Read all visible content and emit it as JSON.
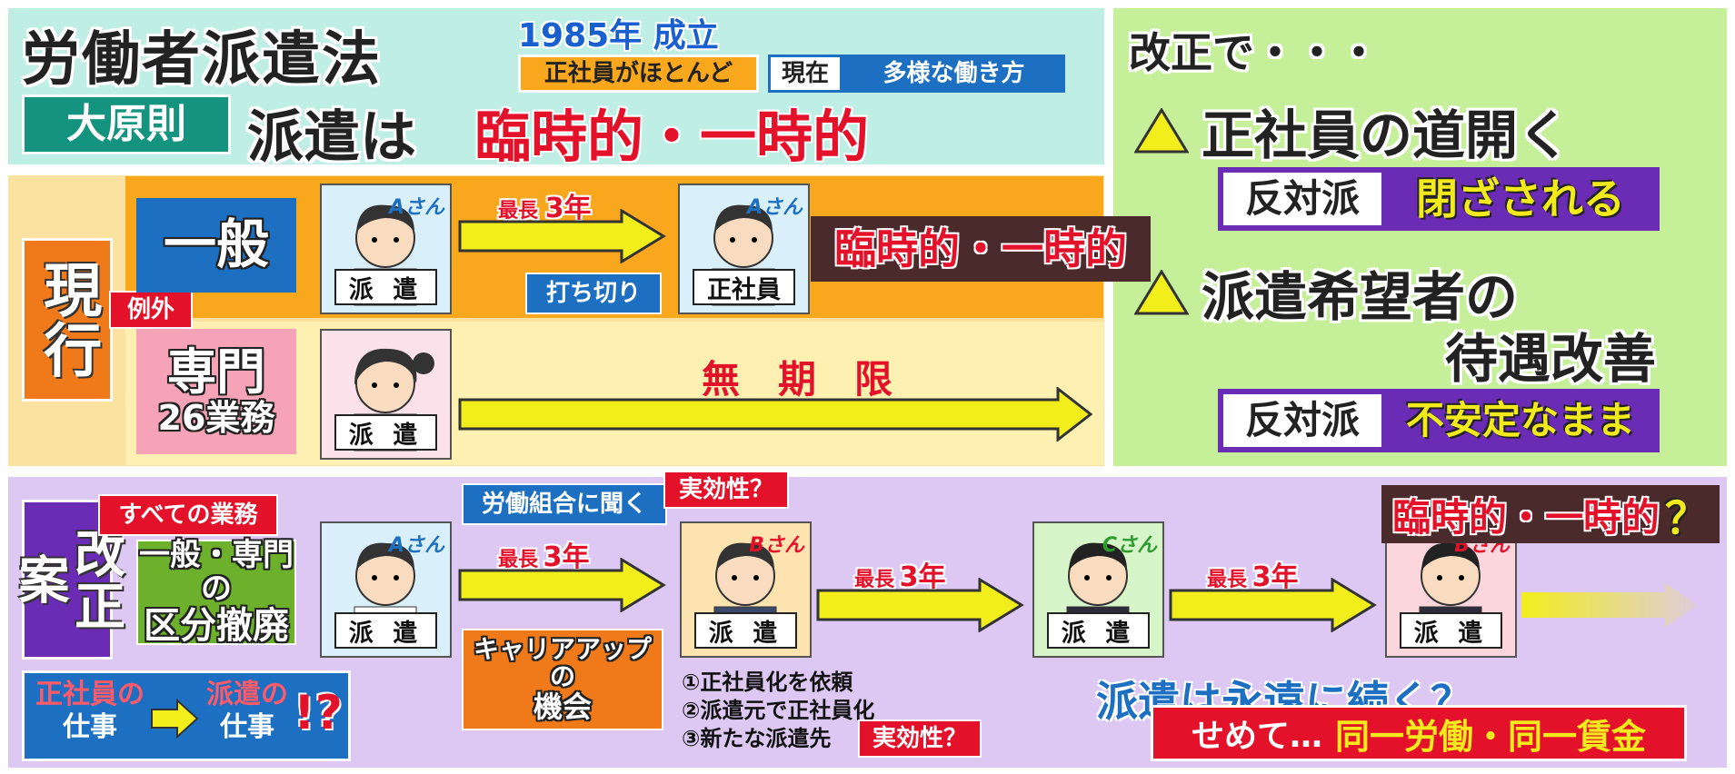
{
  "header": {
    "title": "労働者派遣法",
    "year": "1985年 成立",
    "then_label": "正社員がほとんど",
    "now_tag": "現在",
    "now_label": "多様な働き方",
    "principle_tag": "大原則",
    "principle_text": "派遣は",
    "principle_red": "臨時的・一時的"
  },
  "current": {
    "side_label": "現行",
    "exception": "例外",
    "general": "一般",
    "special": "専門",
    "special_sub": "26業務",
    "max3": "最長",
    "max3_years": "3年",
    "cutoff": "打ち切り",
    "seishain": "正社員",
    "temporary": "臨時的・一時的",
    "unlimited": "無　期　限",
    "haken": "派 遣",
    "tag_a": "Aさん"
  },
  "reform_right": {
    "title": "改正で・・・",
    "point1": "正社員の道開く",
    "oppose1_tag": "反対派",
    "oppose1_text": "閉ざされる",
    "point2_line1": "派遣希望者の",
    "point2_line2": "待遇改善",
    "oppose2_tag": "反対派",
    "oppose2_text": "不安定なまま"
  },
  "proposal": {
    "side_label": "改正案",
    "all_jobs": "すべての業務",
    "abolish_line1": "一般・専門の",
    "abolish_line2": "区分撤廃",
    "union": "労働組合に聞く",
    "effectiveness1": "実効性？",
    "max": "最長",
    "years": "3年",
    "career_line1": "キャリアアップの",
    "career_line2": "機会",
    "option1": "①正社員化を依頼",
    "option2": "②派遣元で正社員化",
    "option3": "③新たな派遣先",
    "effectiveness2": "実効性？",
    "temp_question": "臨時的・一時的",
    "qmark": "？",
    "forever": "派遣は永遠に続く？",
    "at_least": "せめて…",
    "equal_pay": "同一労働・同一賃金",
    "seishain_no": "正社員の",
    "shigoto": "仕事",
    "haken_no": "派遣の",
    "shigoto2": "仕事",
    "exq": "!?",
    "tag_a": "Aさん",
    "tag_b": "Bさん",
    "tag_c": "Cさん",
    "tag_b2": "Bさん",
    "haken": "派 遣"
  },
  "colors": {
    "teal": "#bfeee4",
    "green_panel": "#c6ef9a",
    "orange": "#f9a71c",
    "cream": "#fdf0b0",
    "lavender": "#dcc8f2",
    "arrow": "#f2ee1c",
    "red": "#e3122a",
    "purple": "#6a2bb5",
    "blue": "#1d6fc1"
  }
}
